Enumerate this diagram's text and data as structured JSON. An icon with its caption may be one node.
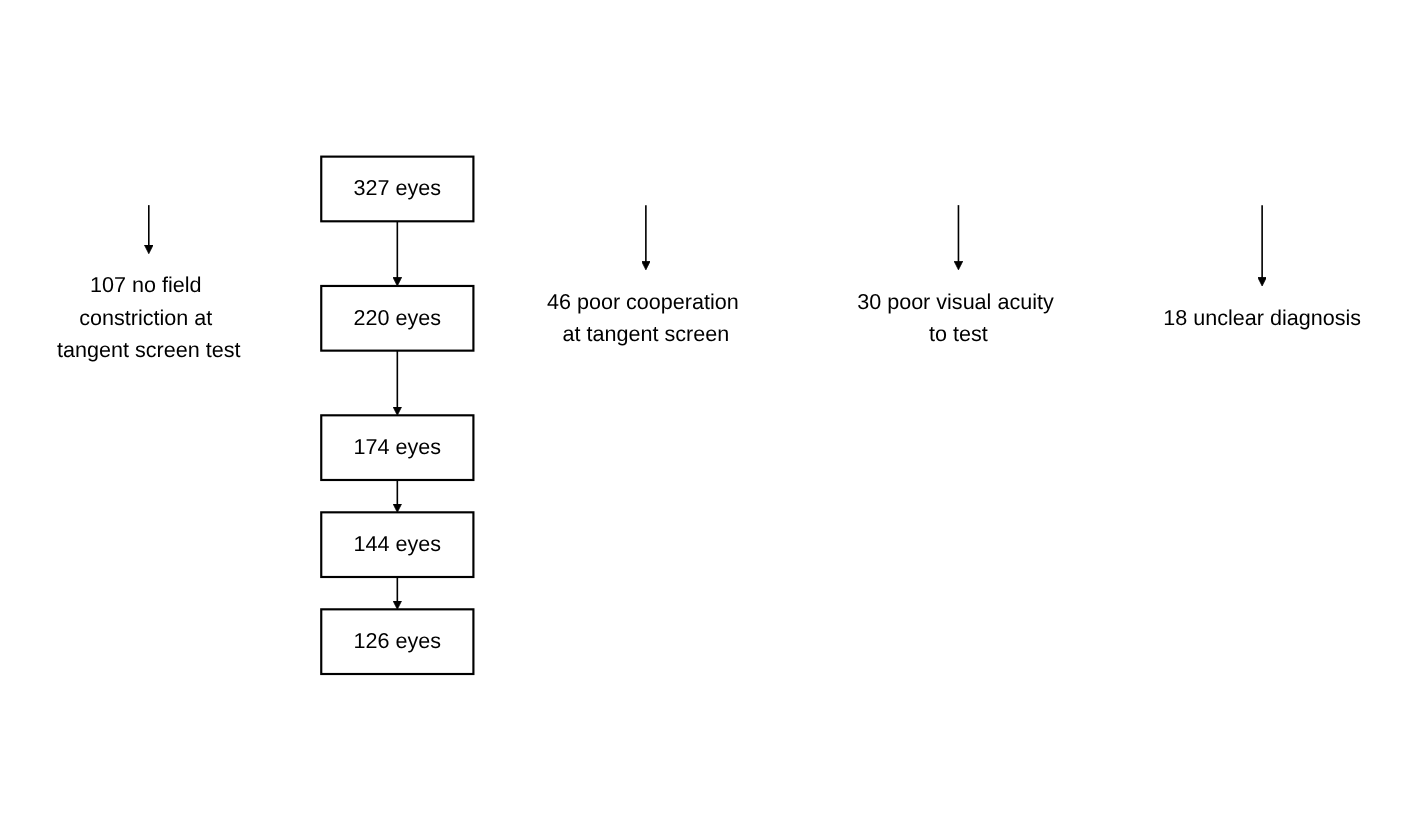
{
  "diagram": {
    "nodes": [
      {
        "text": [
          "327 eyes"
        ]
      },
      {
        "text": [
          "107 no field constriction at tangent screen test"
        ]
      },
      {
        "text": [
          "220 eyes"
        ]
      },
      {
        "text": [
          "46 poor cooperation at tangent screen"
        ]
      },
      {
        "text": [
          "174 eyes"
        ]
      },
      {
        "text": [
          "30 poor visual acuity to test"
        ]
      },
      {
        "text": [
          "144 eyes"
        ]
      },
      {
        "text": [
          "18 unclear diagnosis"
        ]
      },
      {
        "text": [
          "126 eyes"
        ]
      }
    ],
    "edges": [
      {
        "from": 0,
        "to": 2,
        "arrow": "to"
      },
      {
        "from": null,
        "to": 1,
        "arrow": "to"
      },
      {
        "from": 2,
        "to": 4,
        "arrow": "to"
      },
      {
        "from": null,
        "to": 3,
        "arrow": "to"
      },
      {
        "from": 4,
        "to": 6,
        "arrow": "to"
      },
      {
        "from": null,
        "to": 5,
        "arrow": "to"
      },
      {
        "from": 6,
        "to": 8,
        "arrow": "to"
      },
      {
        "from": null,
        "to": 7,
        "arrow": "to"
      }
    ]
  }
}
